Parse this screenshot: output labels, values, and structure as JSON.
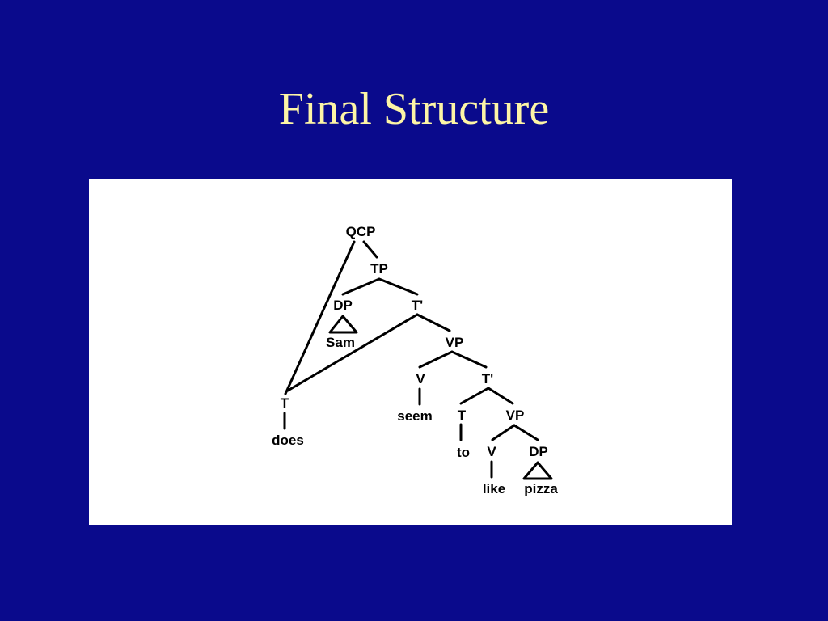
{
  "slide": {
    "title": "Final Structure"
  },
  "colors": {
    "background": "#0a0a8c",
    "title": "#fdf5a6",
    "panel": "#ffffff",
    "ink": "#000000"
  },
  "tree": {
    "nodes": {
      "qcp": "QCP",
      "tp": "TP",
      "dp_subject": "DP",
      "t_bar_upper": "T'",
      "sam": "Sam",
      "vp_upper": "VP",
      "v_upper": "V",
      "t_bar_lower": "T'",
      "t_moved": "T",
      "does": "does",
      "seem": "seem",
      "t_lower": "T",
      "vp_lower": "VP",
      "to": "to",
      "v_lower": "V",
      "dp_object": "DP",
      "like": "like",
      "pizza": "pizza"
    }
  }
}
